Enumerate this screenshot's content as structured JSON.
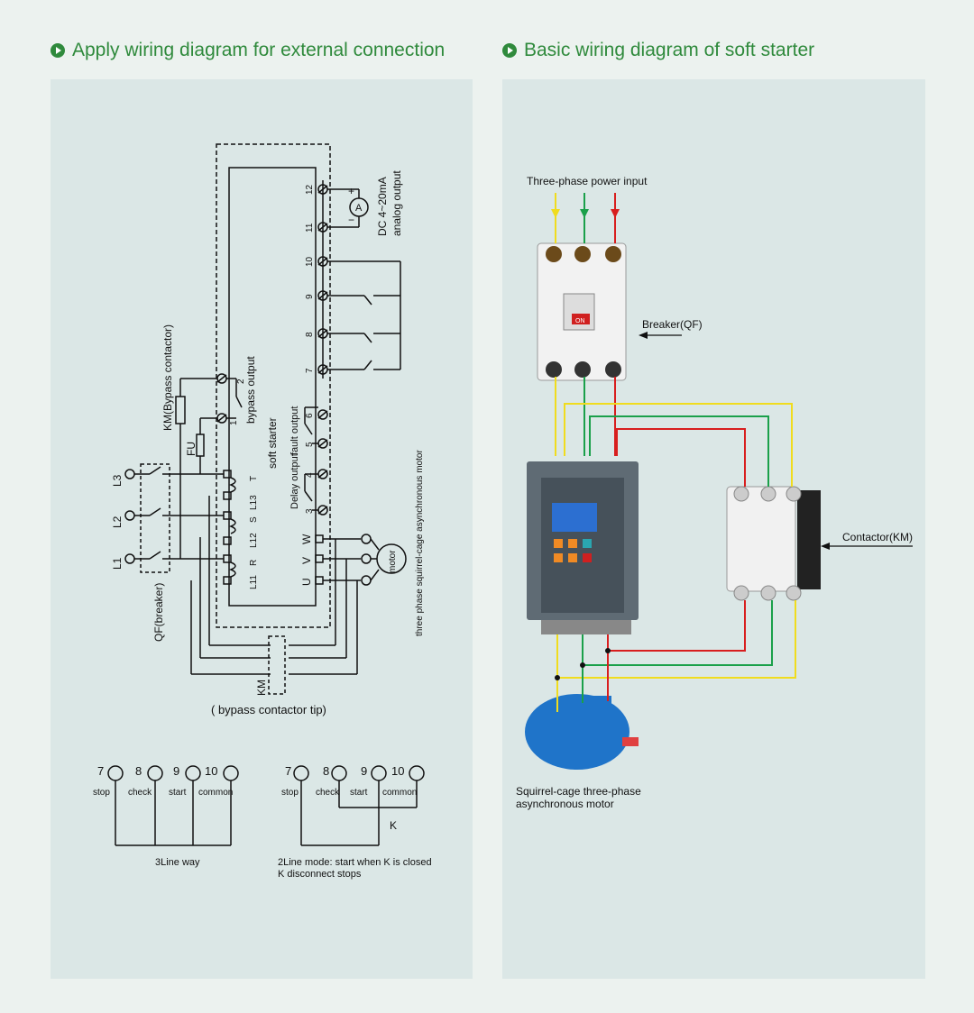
{
  "left": {
    "heading": "Apply wiring diagram for external connection",
    "labels": {
      "km_bypass": "KM(Bypass contactor)",
      "fu": "FU",
      "bypass_output": "bypass output",
      "soft_starter": "soft starter",
      "fault_output": "fault output",
      "delay_output": "Delay output",
      "analog_line1": "DC 4~20mA",
      "analog_line2": "analog output",
      "ammeter": "A",
      "plus": "+",
      "minus": "−",
      "motor": "motor",
      "motor_caption": "three phase squirrel-cage asynchronous motor",
      "qf": "QF(breaker)",
      "km": "KM",
      "bypass_tip": "( bypass contactor tip)",
      "L1": "L1",
      "L2": "L2",
      "L3": "L3",
      "U": "U",
      "V": "V",
      "W": "W",
      "R": "R",
      "S": "S",
      "T": "T",
      "L11": "L11",
      "L12": "L12",
      "L13": "L13"
    },
    "terminals": [
      "12",
      "11",
      "10",
      "9",
      "8",
      "7",
      "6",
      "5",
      "4",
      "3",
      "2",
      "1"
    ],
    "three_line": {
      "nums": [
        "7",
        "8",
        "9",
        "10"
      ],
      "names": [
        "stop",
        "check",
        "start",
        "common"
      ],
      "caption": "3Line way"
    },
    "two_line": {
      "nums": [
        "7",
        "8",
        "9",
        "10"
      ],
      "names": [
        "stop",
        "check",
        "start",
        "common"
      ],
      "switch": "K",
      "caption1": "2Line mode: start when K is closed",
      "caption2": "K disconnect stops"
    }
  },
  "right": {
    "heading": "Basic wiring diagram of soft starter",
    "power_input": "Three-phase power input",
    "breaker": "Breaker(QF)",
    "breaker_on": "ON",
    "contactor": "Contactor(KM)",
    "motor_line1": "Squirrel-cage three-phase",
    "motor_line2": "asynchronous motor",
    "wire_colors": {
      "yellow": "#f0dc1e",
      "green": "#1aa04a",
      "red": "#d81e1e"
    }
  },
  "colors": {
    "accent": "#2f8a3c",
    "panel": "#dbe7e6",
    "background": "#ecf2ef"
  }
}
